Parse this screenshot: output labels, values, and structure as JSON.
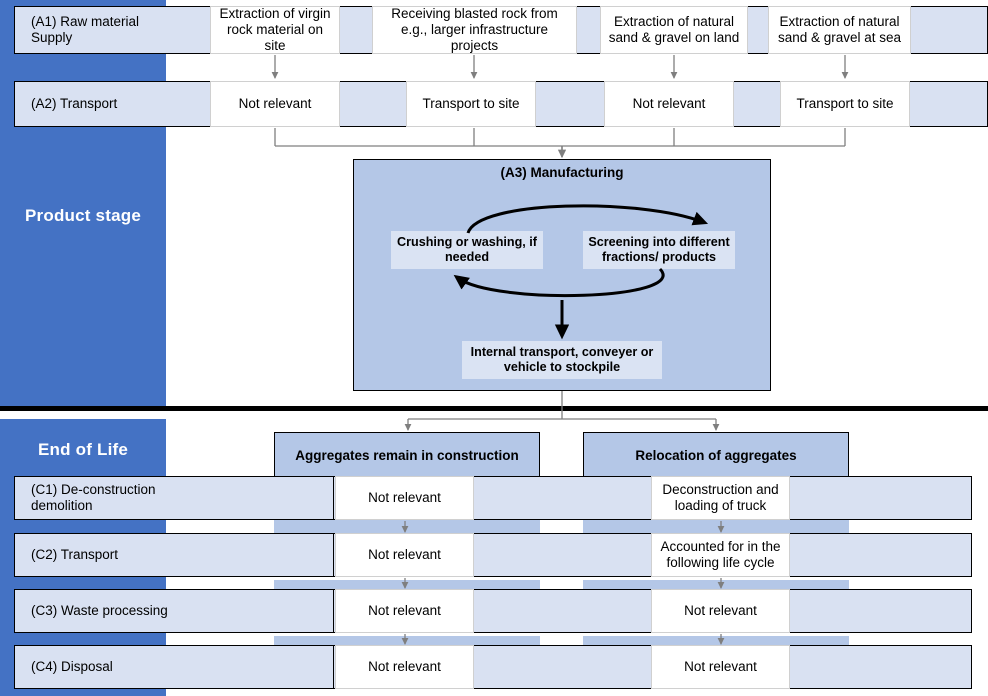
{
  "diagram": {
    "title_hidden": "",
    "colors": {
      "navy": "#4472c4",
      "band_light": "#d9e1f2",
      "band_mid": "#b4c7e7",
      "box_white": "#ffffff",
      "divider": "#000000",
      "arrow": "#7f7f7f"
    }
  },
  "stages": {
    "product": {
      "label": "Product stage"
    },
    "eol": {
      "label": "End of Life"
    }
  },
  "rows": {
    "a1": {
      "label": "(A1) Raw material Supply",
      "label_line1": "(A1) Raw material",
      "label_line2": "Supply",
      "cells": [
        "Extraction of virgin rock material on site",
        "Receiving blasted rock from e.g., larger infrastructure projects",
        "Extraction of natural sand & gravel on land",
        "Extraction of natural sand & gravel at sea"
      ]
    },
    "a2": {
      "label": "(A2) Transport",
      "cells": [
        "Not relevant",
        "Transport to site",
        "Not relevant",
        "Transport to site"
      ]
    },
    "a3": {
      "label": "(A3) Manufacturing",
      "nodes": {
        "crushing": "Crushing or washing, if needed",
        "screening": "Screening into different fractions/ products",
        "internal": "Internal transport, conveyer or vehicle to stockpile"
      }
    },
    "eol_headers": [
      "Aggregates remain in construction",
      "Relocation of aggregates"
    ],
    "c1": {
      "label": "(C1) De-construction demolition",
      "label_line1": "(C1) De-construction",
      "label_line2": "demolition",
      "cells": [
        "Not relevant",
        "Deconstruction and loading of truck"
      ]
    },
    "c2": {
      "label": "(C2) Transport",
      "cells": [
        "Not relevant",
        "Accounted for in the following life cycle"
      ]
    },
    "c3": {
      "label": "(C3) Waste processing",
      "cells": [
        "Not relevant",
        "Not relevant"
      ]
    },
    "c4": {
      "label": "(C4) Disposal",
      "cells": [
        "Not relevant",
        "Not relevant"
      ]
    }
  }
}
